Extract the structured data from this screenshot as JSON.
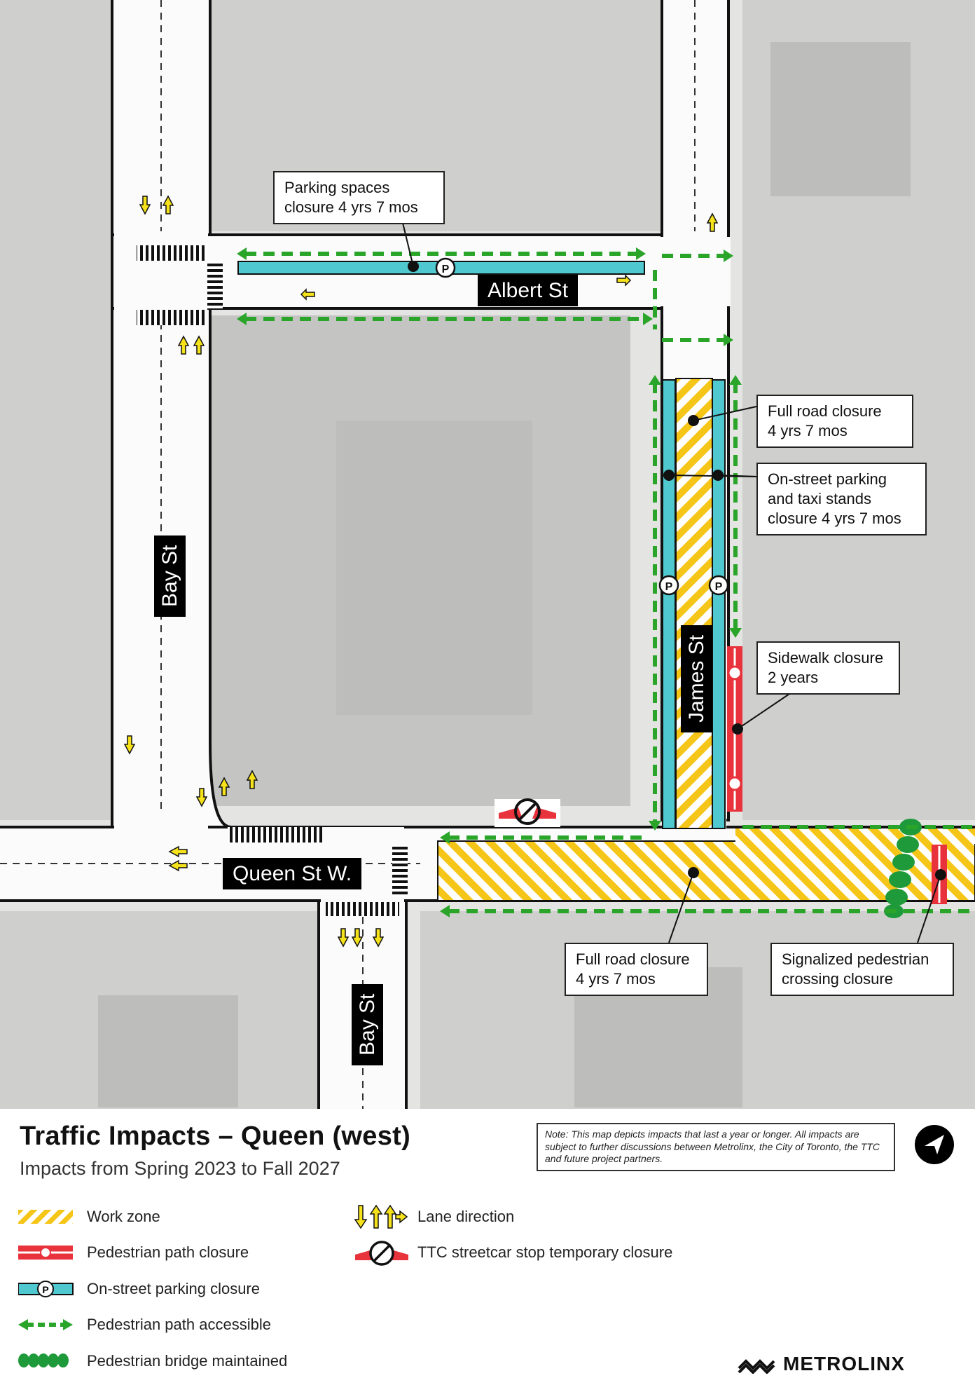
{
  "streets": {
    "albert": "Albert St",
    "bay_north": "Bay St",
    "bay_south": "Bay St",
    "james": "James St",
    "queen": "Queen St W."
  },
  "callouts": {
    "parking_albert": [
      "Parking spaces",
      "closure 4 yrs 7 mos"
    ],
    "road_james": [
      "Full road closure",
      "4 yrs 7 mos"
    ],
    "parking_james": [
      "On-street parking",
      "and taxi stands",
      "closure 4 yrs 7 mos"
    ],
    "sidewalk": [
      "Sidewalk closure",
      "2 years"
    ],
    "road_queen": [
      "Full road closure",
      "4 yrs 7 mos"
    ],
    "crossing": [
      "Signalized pedestrian",
      "crossing closure"
    ]
  },
  "title": "Traffic Impacts – Queen (west)",
  "subtitle": "Impacts from Spring 2023 to Fall 2027",
  "note": "Note: This map depicts impacts that last a year or longer. All impacts are subject to further discussions between Metrolinx, the City of Toronto, the TTC and future project partners.",
  "legend": {
    "work_zone": "Work zone",
    "ped_closure": "Pedestrian path closure",
    "parking_closure": "On-street parking closure",
    "ped_accessible": "Pedestrian path accessible",
    "ped_bridge": "Pedestrian bridge maintained",
    "lane_direction": "Lane direction",
    "ttc_closure": "TTC streetcar stop temporary closure"
  },
  "brand": "METROLINX",
  "colors": {
    "work_zone": "#f5c518",
    "parking": "#4fc9cf",
    "ped_closure": "#e8323c",
    "ped_path": "#2aa52a",
    "bridge": "#1f9a3a",
    "arrow": "#f5e21a"
  }
}
